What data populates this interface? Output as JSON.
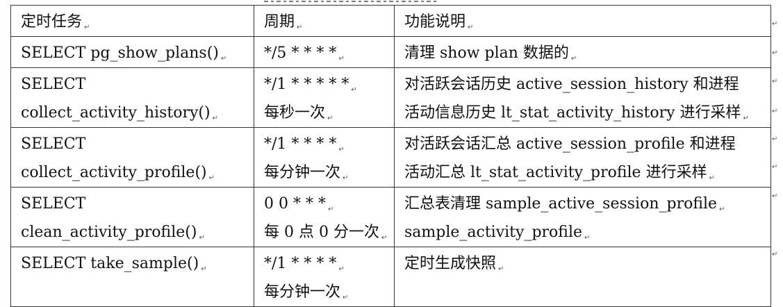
{
  "paragraph_mark": "↵",
  "header": {
    "task": "定时任务",
    "period": "周期",
    "description": "功能说明"
  },
  "rows": [
    {
      "task": [
        "SELECT pg_show_plans()"
      ],
      "period": [
        "*/5 * * * *"
      ],
      "description": [
        "清理 show plan  数据的"
      ]
    },
    {
      "task": [
        "SELECT",
        "collect_activity_history()"
      ],
      "period": [
        "*/1 * * * * *",
        "每秒一次"
      ],
      "description": [
        "对活跃会话历史 active_session_history 和进程",
        "活动信息历史 lt_stat_activity_history 进行采样"
      ]
    },
    {
      "task": [
        "SELECT",
        "collect_activity_profile()"
      ],
      "period": [
        "*/1 * * * *",
        "每分钟一次"
      ],
      "description": [
        "对活跃会话汇总 active_session_profile 和进程",
        "活动汇总 lt_stat_activity_profile 进行采样"
      ]
    },
    {
      "task": [
        "SELECT",
        "clean_activity_profile()"
      ],
      "period": [
        "0 0 * * *",
        "每 0 点 0 分一次"
      ],
      "description": [
        "汇总表清理 sample_active_session_profile",
        "sample_activity_profile"
      ]
    },
    {
      "task": [
        "SELECT take_sample()"
      ],
      "period": [
        "*/1 * * * *",
        "每分钟一次"
      ],
      "description": [
        "定时生成快照"
      ]
    }
  ]
}
